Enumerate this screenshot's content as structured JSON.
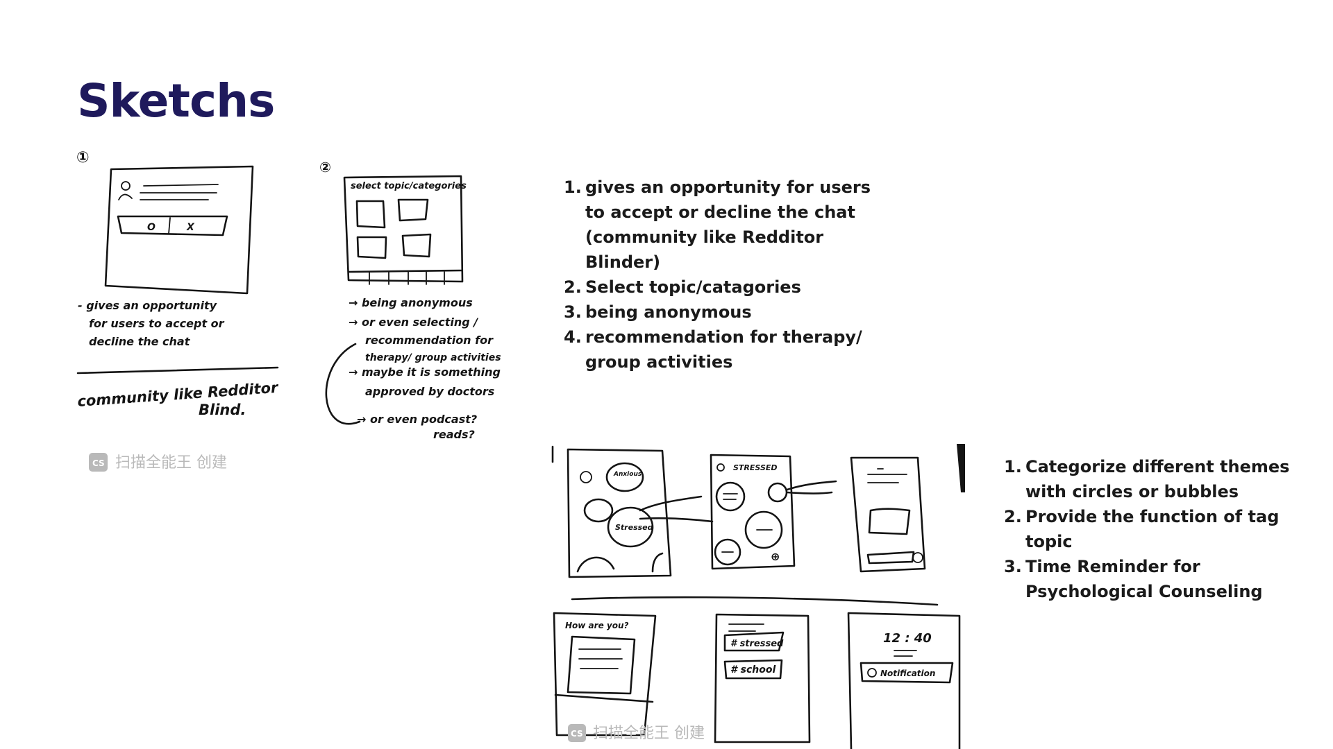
{
  "slide": {
    "title": "Sketchs"
  },
  "sketch_one": {
    "step_marker": "①",
    "accept_mark": "O",
    "decline_mark": "X",
    "note_lines": [
      "- gives an opportunity",
      "for users to accept or",
      "decline the chat"
    ],
    "community_lines": [
      "community like Redditor",
      "Blind."
    ],
    "watermark": "扫描全能王 创建",
    "watermark_logo": "CS"
  },
  "sketch_two": {
    "step_marker": "②",
    "header": "select topic/categories",
    "note_lines": [
      "→ being anonymous",
      "→ or even selecting /",
      "recommendation for",
      "therapy/ group activities",
      "→ maybe it is something",
      "approved by doctors",
      "→ or even podcast?",
      "reads?"
    ]
  },
  "sketch_three": {
    "bubble_anxious": "Anxious",
    "bubble_stressed": "Stressed",
    "screen2_header": "STRESSED",
    "plus_mark": "⊕",
    "question": "How are you?",
    "tag_stressed": "# stressed",
    "tag_school": "# school",
    "time": "12 : 40",
    "notification": "Notification",
    "watermark": "扫描全能王 创建",
    "watermark_logo": "CS"
  },
  "notes_upper": {
    "items": [
      {
        "num": "1.",
        "text": "gives an opportunity for users to accept or decline the chat (community like Redditor Blinder)"
      },
      {
        "num": "2.",
        "text": "Select topic/catagories"
      },
      {
        "num": "3.",
        "text": "being anonymous"
      },
      {
        "num": "4.",
        "text": "recommendation for therapy/ group activities"
      }
    ]
  },
  "notes_lower": {
    "items": [
      {
        "num": "1.",
        "text": "Categorize different themes with circles or bubbles"
      },
      {
        "num": "2.",
        "text": "Provide the function of tag topic"
      },
      {
        "num": "3.",
        "text": "Time Reminder for Psychological Counseling"
      }
    ]
  },
  "colors": {
    "title": "#1f1a5c",
    "text": "#1a1a1a",
    "ink": "#141414",
    "watermark": "#b9b9b9"
  }
}
